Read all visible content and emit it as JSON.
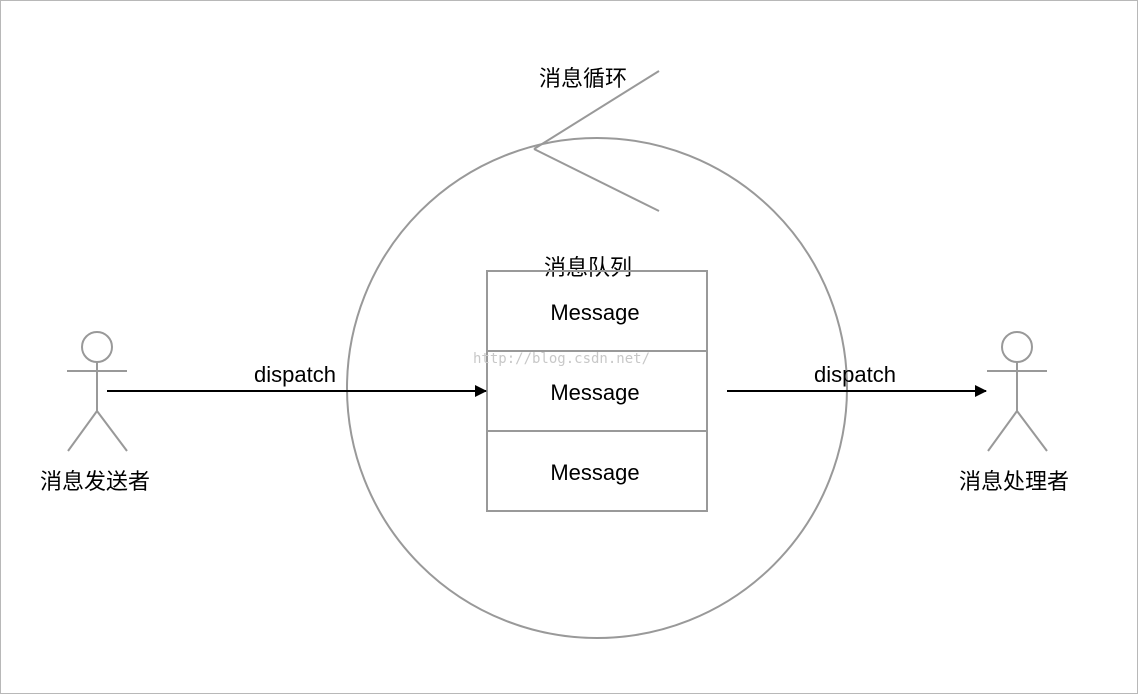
{
  "loop": {
    "label": "消息循环"
  },
  "queue": {
    "label": "消息队列",
    "messages": [
      "Message",
      "Message",
      "Message"
    ]
  },
  "sender": {
    "label": "消息发送者"
  },
  "handler": {
    "label": "消息处理者"
  },
  "arrows": {
    "in_label": "dispatch",
    "out_label": "dispatch"
  },
  "watermark": "http://blog.csdn.net/",
  "colors": {
    "outline": "#999999",
    "arrow": "#000000",
    "text": "#000000",
    "watermark": "#c8c8c8"
  }
}
